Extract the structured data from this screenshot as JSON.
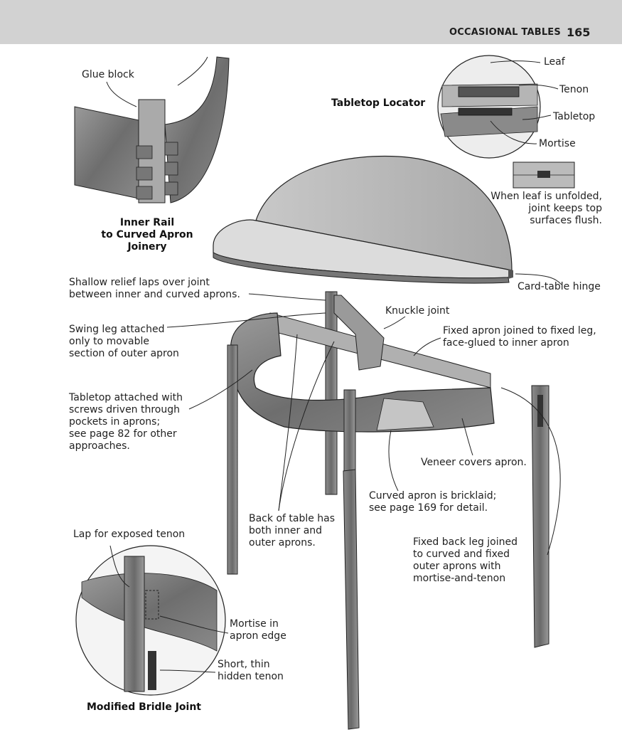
{
  "header": {
    "section": "OCCASIONAL TABLES",
    "page_number": "165"
  },
  "titles": {
    "inner_rail": [
      "Inner Rail",
      "to Curved Apron",
      "Joinery"
    ],
    "tabletop_locator": "Tabletop Locator",
    "bridle": "Modified Bridle Joint"
  },
  "labels": {
    "glue_block": "Glue block",
    "leaf": "Leaf",
    "tenon": "Tenon",
    "tabletop": "Tabletop",
    "mortise": "Mortise",
    "when_leaf": [
      "When leaf is unfolded,",
      "joint keeps top",
      "surfaces flush."
    ],
    "shallow_relief": [
      "Shallow relief laps over joint",
      "between inner and curved aprons."
    ],
    "card_hinge": "Card-table hinge",
    "knuckle": "Knuckle joint",
    "swing_leg": [
      "Swing leg attached",
      "only to movable",
      "section of outer apron"
    ],
    "fixed_apron": [
      "Fixed apron joined to fixed leg,",
      "face-glued to inner apron"
    ],
    "tabletop_attached": [
      "Tabletop attached with",
      "screws driven through",
      "pockets in aprons;",
      "see page 82 for other",
      "approaches."
    ],
    "veneer": "Veneer covers apron.",
    "curved_apron": [
      "Curved apron is bricklaid;",
      "see page 169 for detail."
    ],
    "back_of_table": [
      "Back of table has",
      "both inner and",
      "outer aprons."
    ],
    "lap_exposed": "Lap for exposed tenon",
    "fixed_back_leg": [
      "Fixed back leg joined",
      "to curved and fixed",
      "outer aprons with",
      "mortise-and-tenon"
    ],
    "mortise_apron": [
      "Mortise in",
      "apron edge"
    ],
    "short_tenon": [
      "Short, thin",
      "hidden tenon"
    ]
  }
}
